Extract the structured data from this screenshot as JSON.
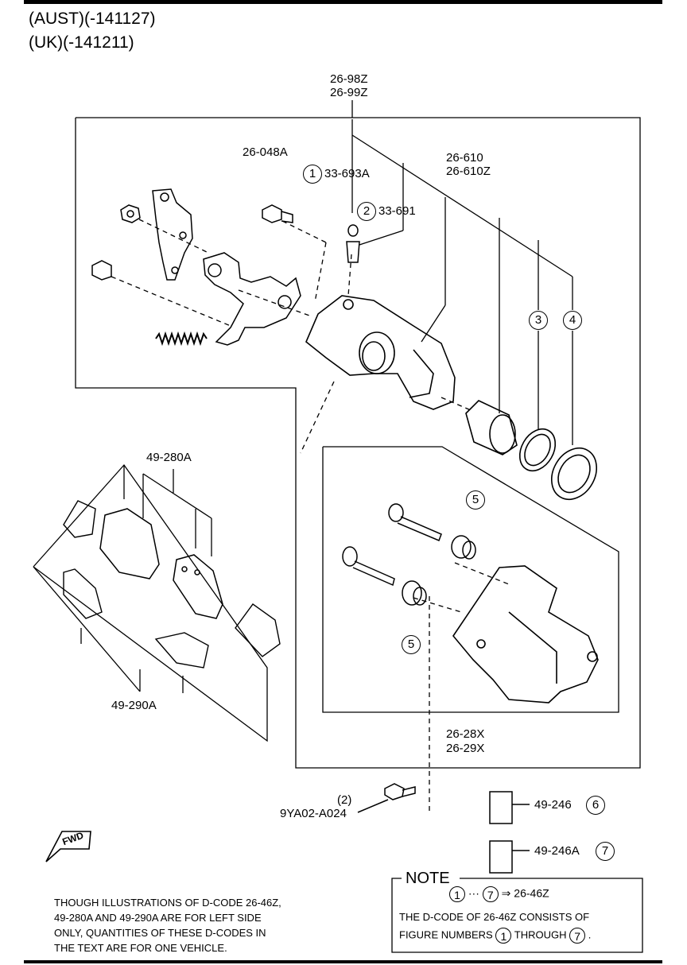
{
  "header": {
    "line1": "(AUST)(-141127)",
    "line2": "(UK)(-141211)"
  },
  "parts": {
    "caliper_assy_1": "26-98Z",
    "caliper_assy_2": "26-99Z",
    "bracket_bolt": "26-048A",
    "bleeder_cap_num": "1",
    "bleeder_cap": "33-693A",
    "bleeder_screw_num": "2",
    "bleeder_screw": "33-691",
    "piston_1": "26-610",
    "piston_2": "26-610Z",
    "seal_num": "3",
    "boot_num": "4",
    "pin_boot_num_upper": "5",
    "pin_boot_num_lower": "5",
    "pad_set": "49-280A",
    "shim_set": "49-290A",
    "mount_1": "26-28X",
    "mount_2": "26-29X",
    "bolt_qty": "(2)",
    "bolt": "9YA02-A024",
    "grease_1": "49-246",
    "grease_1_num": "6",
    "grease_2": "49-246A",
    "grease_2_num": "7",
    "fwd": "FWD"
  },
  "footnote": {
    "line1": "THOUGH ILLUSTRATIONS OF D-CODE 26-46Z,",
    "line2": "49-280A AND 49-290A ARE FOR LEFT SIDE",
    "line3": "ONLY, QUANTITIES OF THESE D-CODES IN",
    "line4": "THE TEXT ARE FOR ONE VEHICLE."
  },
  "note": {
    "title": "NOTE",
    "range_from": "1",
    "ellipsis": "···",
    "range_to": "7",
    "arrow": "⇒",
    "target": "26-46Z",
    "body_line1": "THE D-CODE OF  26-46Z  CONSISTS OF",
    "body_line2a": "FIGURE NUMBERS",
    "body_from": "1",
    "body_line2b": "THROUGH",
    "body_to": "7",
    "body_end": "."
  }
}
